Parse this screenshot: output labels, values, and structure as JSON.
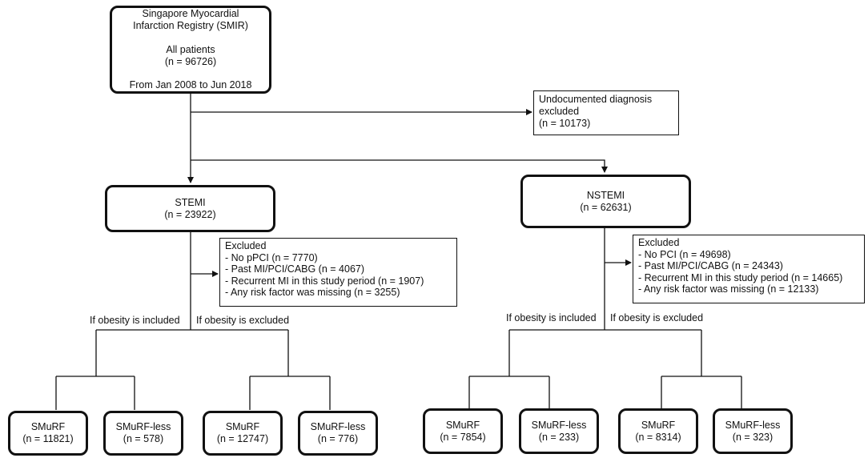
{
  "registry": {
    "title_line1": "Singapore Myocardial",
    "title_line2": "Infarction Registry (SMIR)",
    "all_patients": "All patients",
    "count": "(n = 96726)",
    "period": "From Jan 2008 to Jun 2018"
  },
  "undocumented": {
    "line1": "Undocumented diagnosis",
    "line2": "excluded",
    "count": "(n = 10173)"
  },
  "stemi": {
    "title": "STEMI",
    "count": "(n = 23922)",
    "excluded": {
      "title": "Excluded",
      "items": [
        "-   No pPCI (n = 7770)",
        "-   Past MI/PCI/CABG (n = 4067)",
        "-   Recurrent MI in this study period (n = 1907)",
        "-   Any risk factor was missing (n = 3255)"
      ]
    },
    "branch_included": "If obesity is included",
    "branch_excluded": "If obesity is excluded",
    "leaves": [
      {
        "title": "SMuRF",
        "count": "(n = 11821)"
      },
      {
        "title": "SMuRF-less",
        "count": "(n = 578)"
      },
      {
        "title": "SMuRF",
        "count": "(n = 12747)"
      },
      {
        "title": "SMuRF-less",
        "count": "(n = 776)"
      }
    ]
  },
  "nstemi": {
    "title": "NSTEMI",
    "count": "(n = 62631)",
    "excluded": {
      "title": "Excluded",
      "items": [
        "-   No PCI (n = 49698)",
        "-   Past MI/PCI/CABG (n = 24343)",
        "-   Recurrent MI in this study period (n = 14665)",
        "-   Any risk factor was missing (n = 12133)"
      ]
    },
    "branch_included": "If obesity is included",
    "branch_excluded": "If obesity is excluded",
    "leaves": [
      {
        "title": "SMuRF",
        "count": "(n = 7854)"
      },
      {
        "title": "SMuRF-less",
        "count": "(n = 233)"
      },
      {
        "title": "SMuRF",
        "count": "(n = 8314)"
      },
      {
        "title": "SMuRF-less",
        "count": "(n = 323)"
      }
    ]
  }
}
